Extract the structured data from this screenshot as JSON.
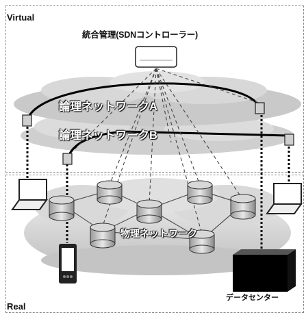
{
  "labels": {
    "virtual": "Virtual",
    "real": "Real",
    "controller": "統合管理(SDNコントローラー)",
    "network_a": "論理ネットワークA",
    "network_b": "論理ネットワークB",
    "physical": "物理ネットワーク",
    "datacenter": "データセンター"
  },
  "colors": {
    "frame": "#8a8a8a",
    "cloud": "#d6d6d6",
    "line": "#111111"
  }
}
